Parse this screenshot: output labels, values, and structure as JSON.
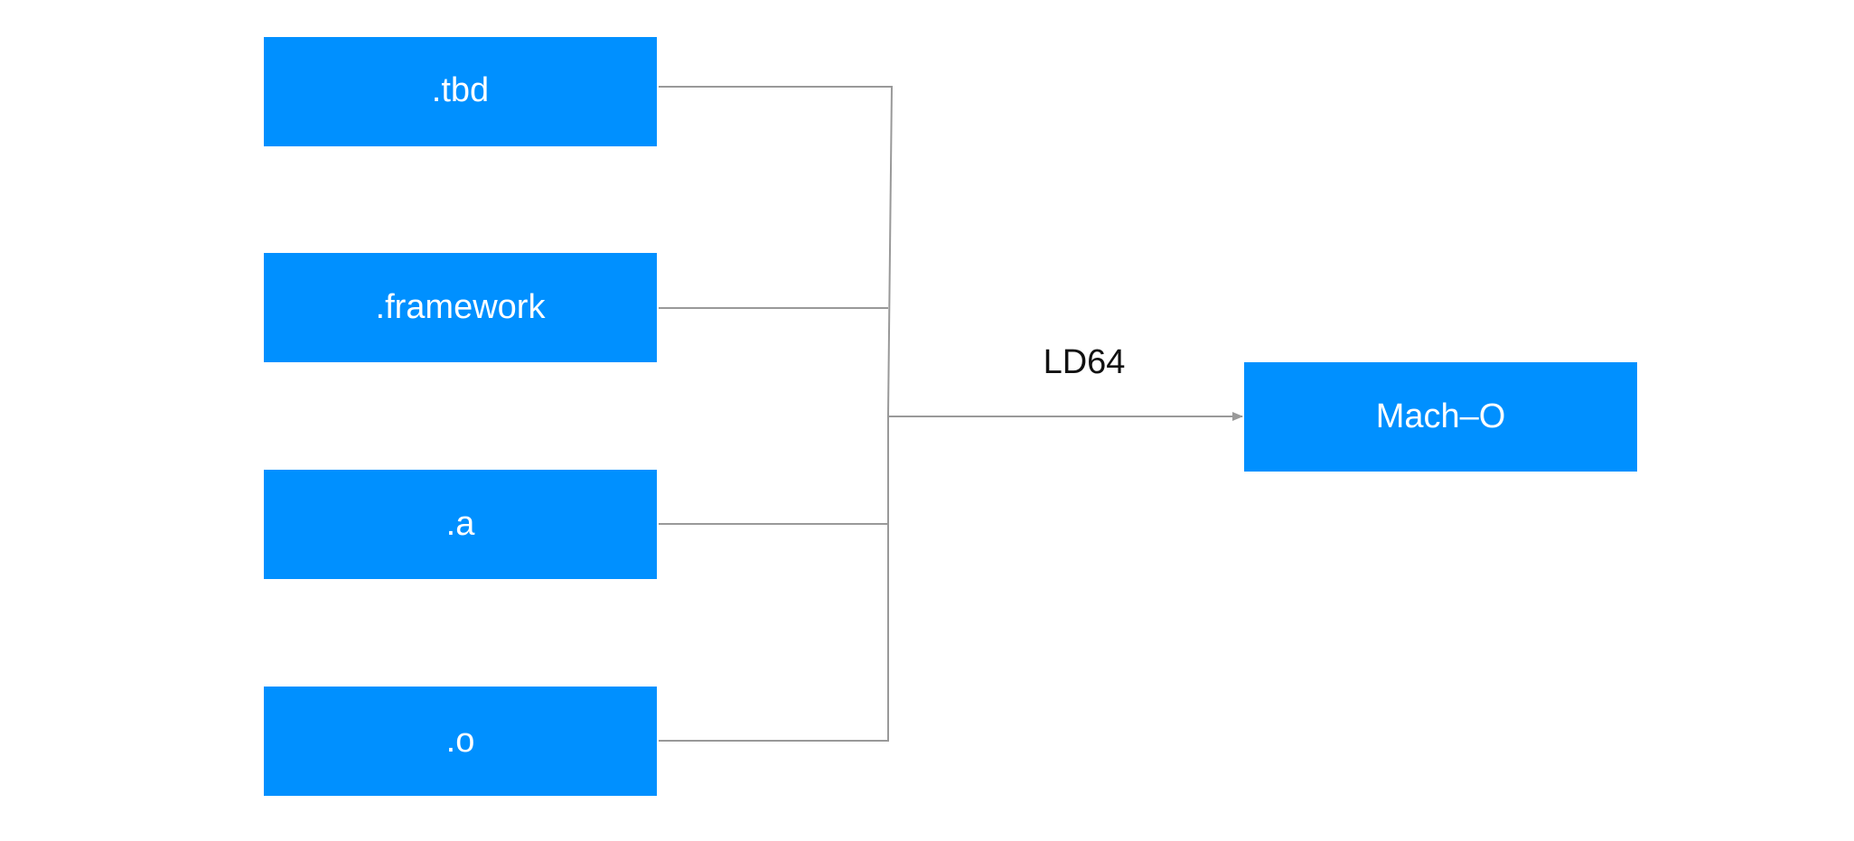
{
  "colors": {
    "box_fill": "#0090FF",
    "box_text": "#FFFFFF",
    "line": "#999999",
    "label_text": "#111111"
  },
  "inputs": [
    {
      "id": "tbd",
      "label": ".tbd"
    },
    {
      "id": "framework",
      "label": ".framework"
    },
    {
      "id": "a",
      "label": ".a"
    },
    {
      "id": "o",
      "label": ".o"
    }
  ],
  "edge": {
    "label": "LD64"
  },
  "output": {
    "id": "mach-o",
    "label": "Mach–O"
  }
}
